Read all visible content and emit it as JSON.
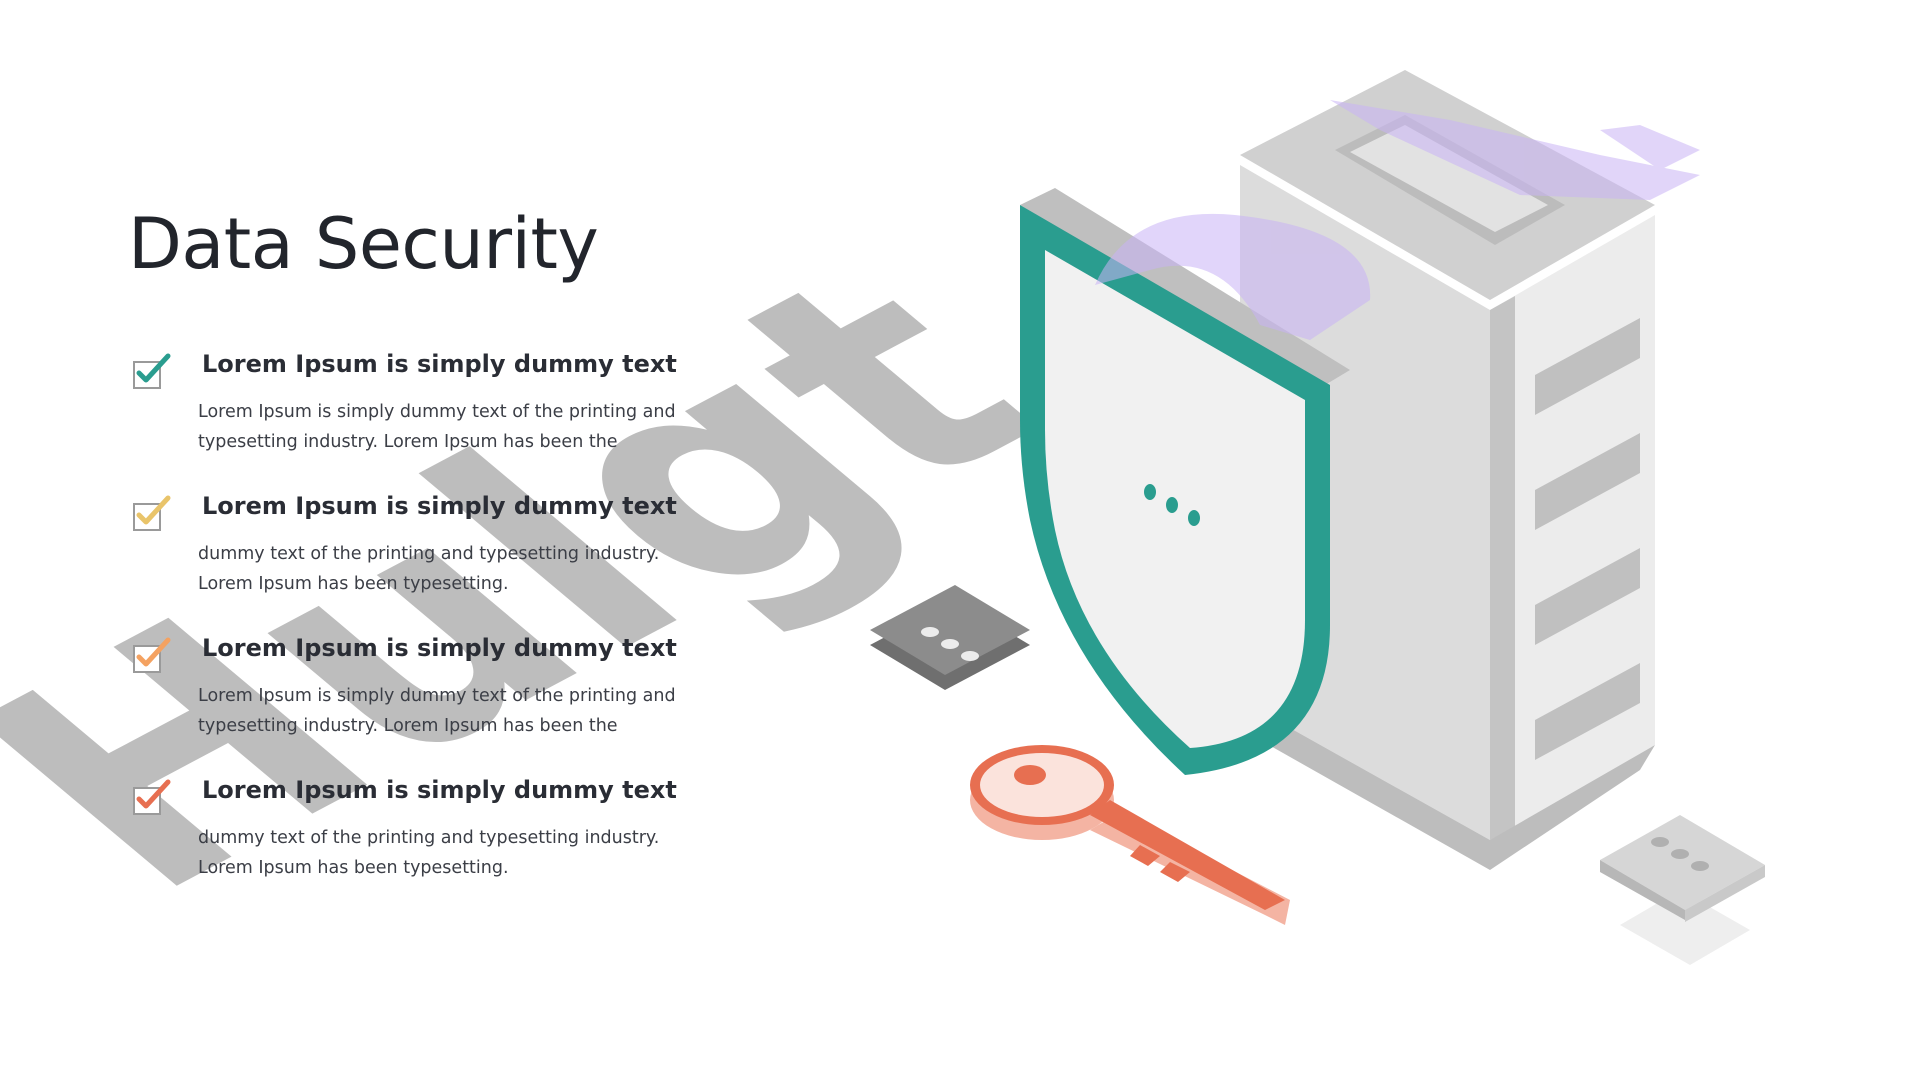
{
  "title": "Data Security",
  "watermark": {
    "text": "Hulgt"
  },
  "items": [
    {
      "check_color": "#2a9d8f",
      "heading": "Lorem Ipsum is simply dummy text",
      "lines": [
        "Lorem Ipsum is simply dummy text of the printing and",
        "typesetting industry. Lorem Ipsum has been the"
      ]
    },
    {
      "check_color": "#e9c46a",
      "heading": "Lorem Ipsum is simply dummy text",
      "lines": [
        "dummy text of the printing and typesetting industry.",
        "Lorem Ipsum has been typesetting."
      ]
    },
    {
      "check_color": "#f4a261",
      "heading": "Lorem Ipsum is simply dummy text",
      "lines": [
        "Lorem Ipsum is simply dummy text of the printing and",
        "typesetting industry. Lorem Ipsum has been the"
      ]
    },
    {
      "check_color": "#e76f51",
      "heading": "Lorem Ipsum is simply dummy text",
      "lines": [
        "dummy text of the printing and typesetting industry.",
        "Lorem Ipsum has been typesetting."
      ]
    }
  ],
  "illustration": {
    "icons": [
      "shield-icon",
      "server-icon",
      "key-icon",
      "chip-icon"
    ],
    "colors": {
      "shield": "#2a9d8f",
      "server": "#c4c4c4",
      "server_face": "#ececec",
      "key": "#e76f51",
      "overlay": "#c9b3f5"
    }
  }
}
